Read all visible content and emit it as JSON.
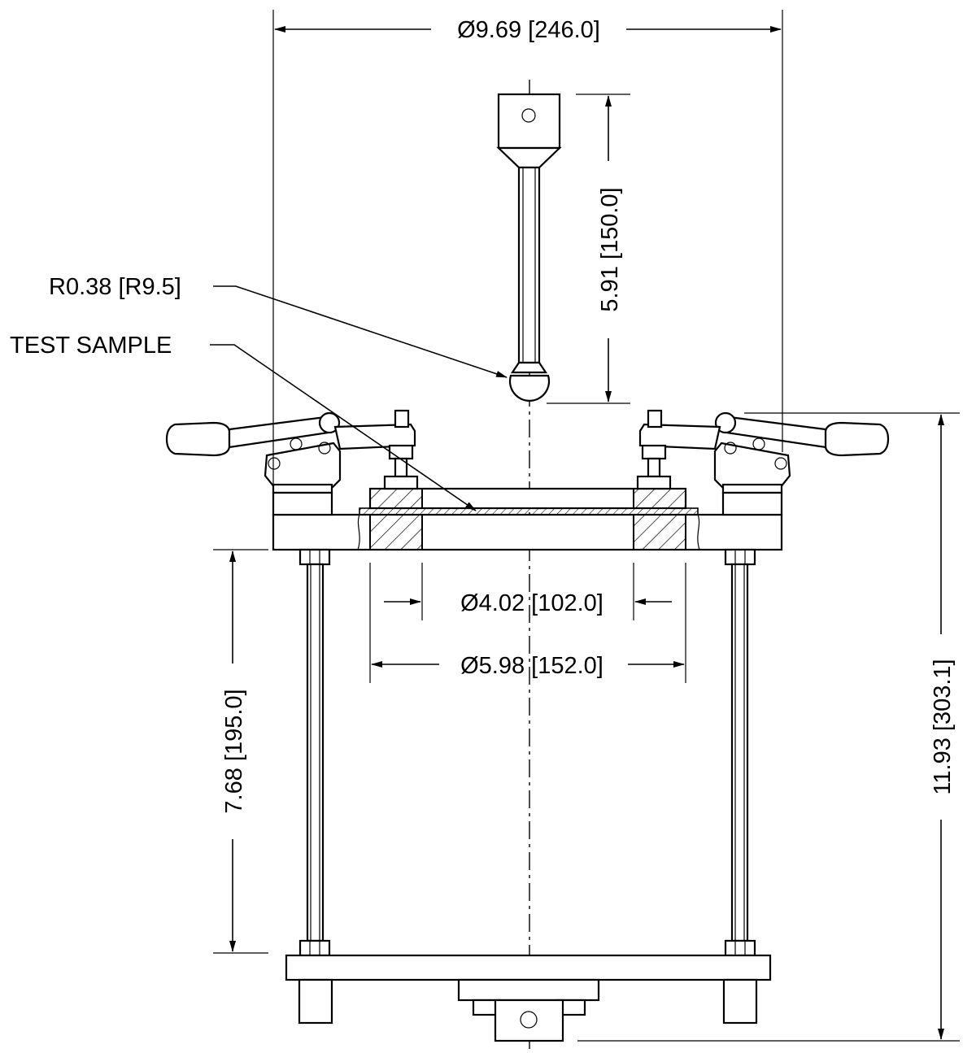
{
  "dimensions": {
    "overall_diameter": "Ø9.69 [246.0]",
    "striker_length": "5.91 [150.0]",
    "striker_radius": "R0.38 [R9.5]",
    "inner_diameter": "Ø4.02 [102.0]",
    "outer_diameter": "Ø5.98 [152.0]",
    "rod_height": "7.68 [195.0]",
    "overall_height": "11.93 [303.1]"
  },
  "labels": {
    "test_sample": "TEST SAMPLE"
  },
  "colors": {
    "line": "#000000",
    "background": "#ffffff"
  }
}
